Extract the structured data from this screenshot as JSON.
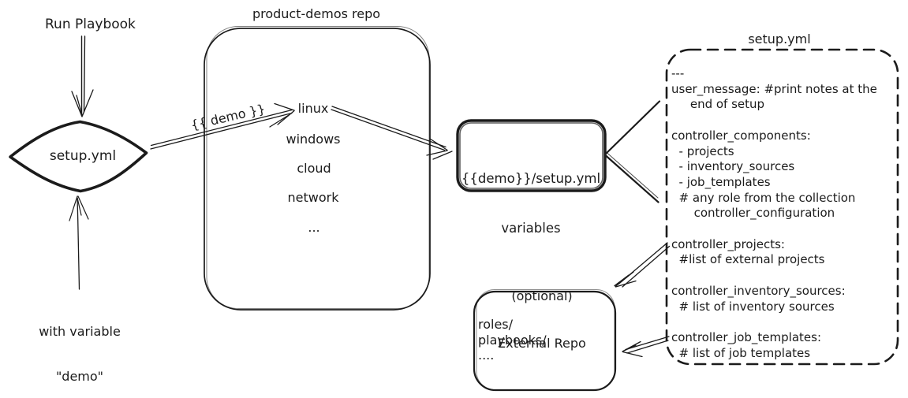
{
  "colors": {
    "ink": "#1b1b1b",
    "background": "#ffffff"
  },
  "left_flow": {
    "run_playbook_label": "Run Playbook",
    "diamond_label": "setup.yml",
    "arrow_label": "{{ demo }}",
    "with_variable_line1": "with variable",
    "with_variable_line2": "\"demo\""
  },
  "repo": {
    "title": "product-demos repo",
    "items": [
      "linux",
      "windows",
      "cloud",
      "network",
      "..."
    ]
  },
  "variables_box": {
    "line1": "{{demo}}/setup.yml",
    "line2": "variables"
  },
  "setup_yml": {
    "title": "setup.yml",
    "content": "---\nuser_message: #print notes at the\n     end of setup\n\ncontroller_components:\n  - projects\n  - inventory_sources\n  - job_templates\n  # any role from the collection\n      controller_configuration\n\ncontroller_projects:\n  #list of external projects\n\ncontroller_inventory_sources:\n  # list of inventory sources\n\ncontroller_job_templates:\n  # list of job templates"
  },
  "external_repo": {
    "title_line1": "(optional)",
    "title_line2": "External Repo",
    "content": "roles/\nplaybooks/\n...."
  }
}
